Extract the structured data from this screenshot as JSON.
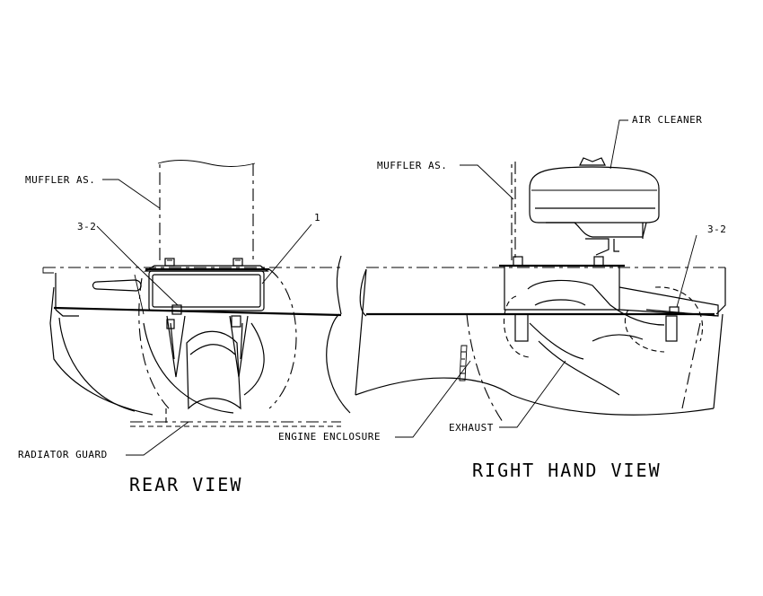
{
  "rear_view": {
    "title": "REAR VIEW",
    "labels": {
      "muffler": "MUFFLER AS.",
      "callout_3_2": "3-2",
      "callout_1": "1",
      "radiator_guard": "RADIATOR GUARD"
    }
  },
  "right_view": {
    "title": "RIGHT HAND VIEW",
    "labels": {
      "muffler": "MUFFLER AS.",
      "air_cleaner": "AIR CLEANER",
      "callout_3_2": "3-2",
      "engine_enclosure": "ENGINE ENCLOSURE",
      "exhaust": "EXHAUST"
    }
  }
}
